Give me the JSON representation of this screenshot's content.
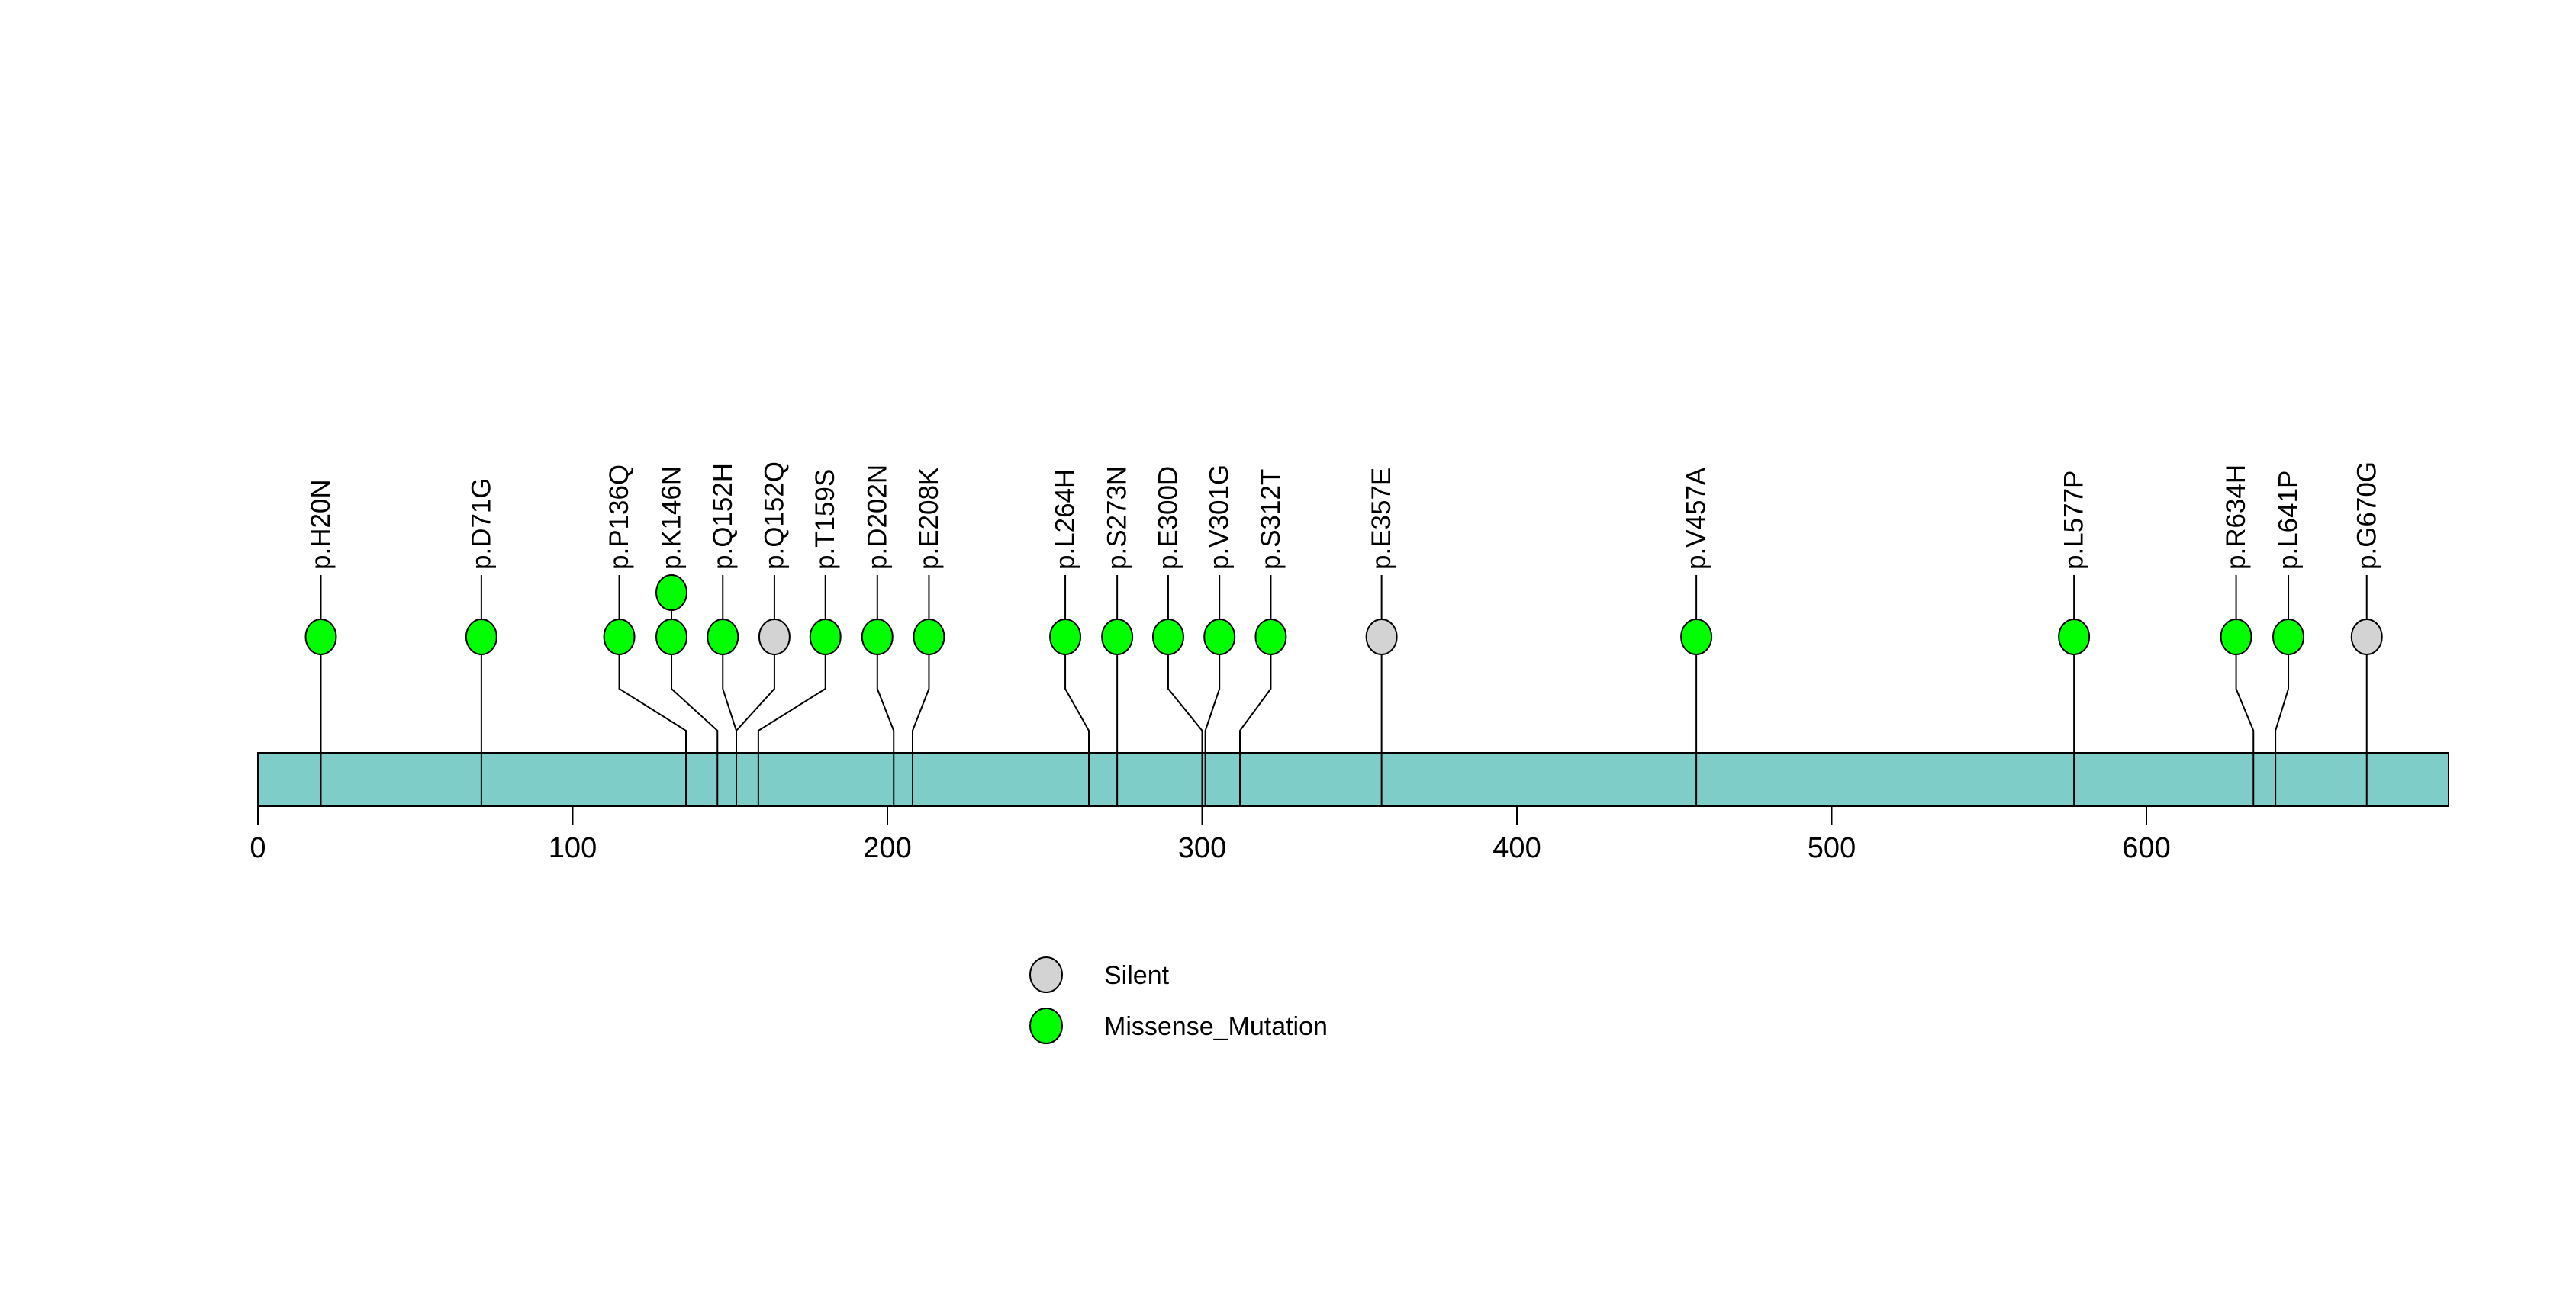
{
  "chart_data": {
    "type": "lollipop",
    "title": "",
    "xlabel": "",
    "ylabel": "",
    "protein": {
      "start": 0,
      "end": 696,
      "color": "#7ecdc8"
    },
    "axis": {
      "xlim": [
        0,
        696
      ],
      "xticks": [
        0,
        100,
        200,
        300,
        400,
        500,
        600
      ]
    },
    "grid": false,
    "legend_position": "bottom",
    "colors": {
      "Silent": "#d3d3d3",
      "Missense_Mutation": "#00ff00"
    },
    "legend": [
      {
        "label": "Silent",
        "color": "#d3d3d3"
      },
      {
        "label": "Missense_Mutation",
        "color": "#00ff00"
      }
    ],
    "mutations": [
      {
        "label": "p.H20N",
        "pos": 20,
        "display_pos": 20,
        "type": "Missense_Mutation",
        "count": 1
      },
      {
        "label": "p.D71G",
        "pos": 71,
        "display_pos": 71,
        "type": "Missense_Mutation",
        "count": 1
      },
      {
        "label": "p.P136Q",
        "pos": 136,
        "display_pos": 114.8,
        "type": "Missense_Mutation",
        "count": 1
      },
      {
        "label": "p.K146N",
        "pos": 146,
        "display_pos": 131.4,
        "type": "Missense_Mutation",
        "count": 2
      },
      {
        "label": "p.Q152H",
        "pos": 152,
        "display_pos": 147.7,
        "type": "Missense_Mutation",
        "count": 1
      },
      {
        "label": "p.Q152Q",
        "pos": 152,
        "display_pos": 164.1,
        "type": "Silent",
        "count": 1
      },
      {
        "label": "p.T159S",
        "pos": 159,
        "display_pos": 180.3,
        "type": "Missense_Mutation",
        "count": 1
      },
      {
        "label": "p.D202N",
        "pos": 202,
        "display_pos": 196.8,
        "type": "Missense_Mutation",
        "count": 1
      },
      {
        "label": "p.E208K",
        "pos": 208,
        "display_pos": 213.2,
        "type": "Missense_Mutation",
        "count": 1
      },
      {
        "label": "p.L264H",
        "pos": 264,
        "display_pos": 256.5,
        "type": "Missense_Mutation",
        "count": 1
      },
      {
        "label": "p.S273N",
        "pos": 273,
        "display_pos": 273,
        "type": "Missense_Mutation",
        "count": 1
      },
      {
        "label": "p.E300D",
        "pos": 300,
        "display_pos": 289.2,
        "type": "Missense_Mutation",
        "count": 1
      },
      {
        "label": "p.V301G",
        "pos": 301,
        "display_pos": 305.5,
        "type": "Missense_Mutation",
        "count": 1
      },
      {
        "label": "p.S312T",
        "pos": 312,
        "display_pos": 321.8,
        "type": "Missense_Mutation",
        "count": 1
      },
      {
        "label": "p.E357E",
        "pos": 357,
        "display_pos": 357,
        "type": "Silent",
        "count": 1
      },
      {
        "label": "p.V457A",
        "pos": 457,
        "display_pos": 457,
        "type": "Missense_Mutation",
        "count": 1
      },
      {
        "label": "p.L577P",
        "pos": 577,
        "display_pos": 577,
        "type": "Missense_Mutation",
        "count": 1
      },
      {
        "label": "p.R634H",
        "pos": 634,
        "display_pos": 628.5,
        "type": "Missense_Mutation",
        "count": 1
      },
      {
        "label": "p.L641P",
        "pos": 641,
        "display_pos": 645.1,
        "type": "Missense_Mutation",
        "count": 1
      },
      {
        "label": "p.G670G",
        "pos": 670,
        "display_pos": 670,
        "type": "Silent",
        "count": 1
      }
    ]
  }
}
